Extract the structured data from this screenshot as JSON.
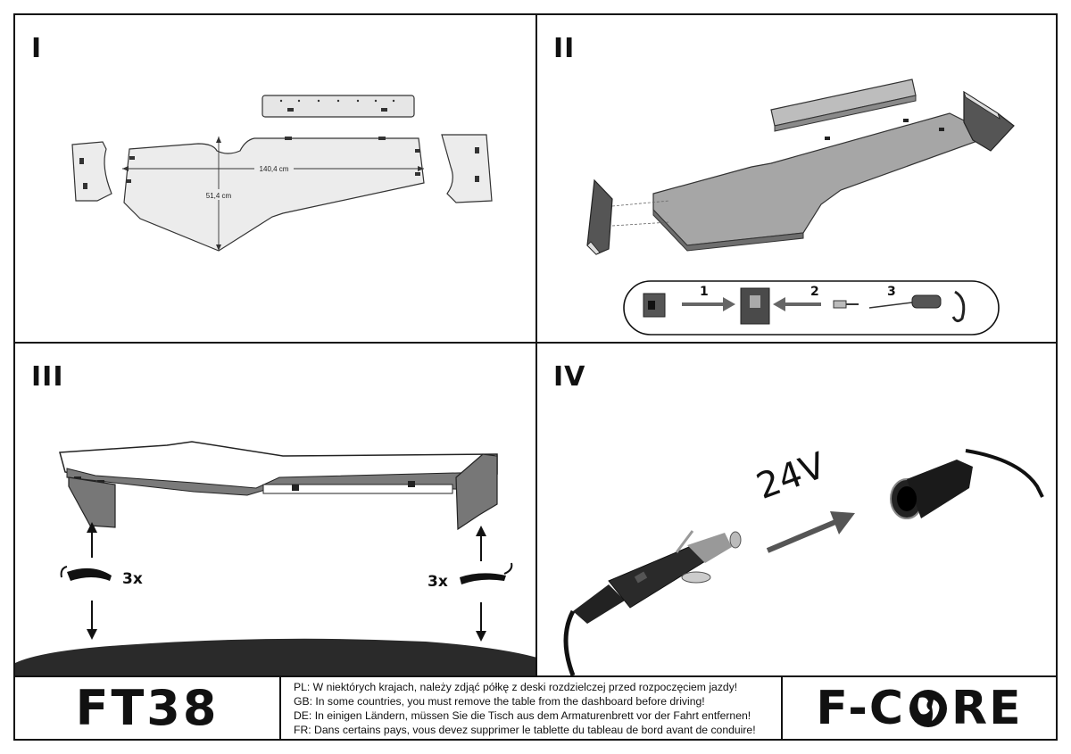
{
  "panels": {
    "p1": {
      "label": "I",
      "width_label": "140,4 cm",
      "depth_label": "51,4 cm"
    },
    "p2": {
      "label": "II",
      "steps": [
        "1",
        "2",
        "3"
      ]
    },
    "p3": {
      "label": "III",
      "left_count": "3x",
      "right_count": "3x"
    },
    "p4": {
      "label": "IV",
      "voltage": "24V"
    }
  },
  "footer": {
    "model": "FT38",
    "notes": [
      "PL: W niektórych krajach, należy zdjąć półkę z deski rozdzielczej przed rozpoczęciem jazdy!",
      "GB: In some countries, you must remove the table from the dashboard before driving!",
      "DE: In einigen Ländern, müssen Sie die Tisch aus dem Armaturenbrett vor der Fahrt entfernen!",
      "FR: Dans certains pays, vous devez supprimer le tablette du tableau de bord avant de conduire!"
    ],
    "brand_left": "F-C",
    "brand_right": "RE"
  },
  "colors": {
    "ink": "#111111",
    "panel_fill": "#dcdcdc",
    "shade": "#8a8a8a",
    "dark": "#2a2a2a"
  }
}
